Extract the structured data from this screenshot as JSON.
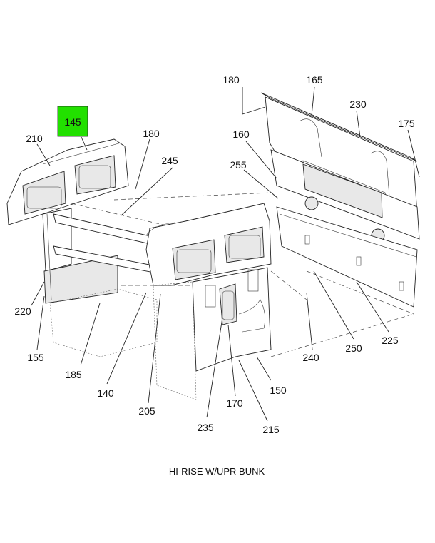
{
  "highlight_color": "#22e000",
  "highlighted_callout": "145",
  "callouts": {
    "c145": "145",
    "c210": "210",
    "c180a": "180",
    "c245": "245",
    "c180b": "180",
    "c165": "165",
    "c230": "230",
    "c160": "160",
    "c175": "175",
    "c255": "255",
    "c220": "220",
    "c155": "155",
    "c185": "185",
    "c140": "140",
    "c205": "205",
    "c235": "235",
    "c170": "170",
    "c215": "215",
    "c150": "150",
    "c240": "240",
    "c250": "250",
    "c225": "225"
  },
  "caption": "HI-RISE W/UPR BUNK"
}
